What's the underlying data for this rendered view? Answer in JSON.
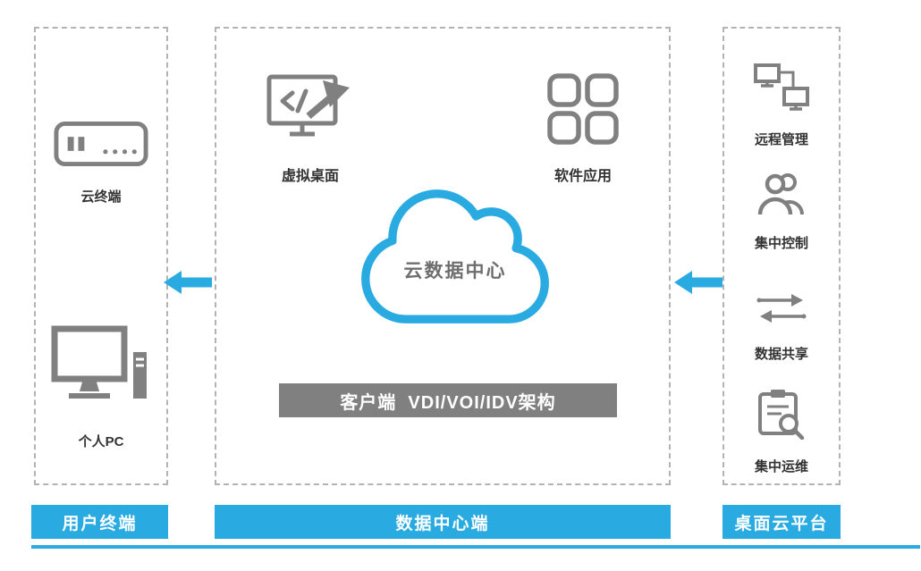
{
  "diagram": {
    "title": "desktop-cloud-architecture"
  },
  "colors": {
    "accent_blue": "#29ABE2",
    "icon_gray": "#808080",
    "banner_gray": "#808080",
    "border_dashed_gray": "#B3B3B3",
    "label_text": "#333333"
  },
  "left_panel": {
    "items": [
      {
        "icon": "thin-client-icon",
        "label": "云终端"
      },
      {
        "icon": "desktop-pc-icon",
        "label": "个人PC"
      }
    ],
    "footer": "用户终端"
  },
  "center_panel": {
    "items": [
      {
        "icon": "virtual-desktop-icon",
        "label": "虚拟桌面"
      },
      {
        "icon": "software-apps-icon",
        "label": "软件应用"
      }
    ],
    "cloud_label": "云数据中心",
    "banner": "客户端  VDI/VOI/IDV架构",
    "footer": "数据中心端"
  },
  "right_panel": {
    "items": [
      {
        "icon": "remote-management-icon",
        "label": "远程管理"
      },
      {
        "icon": "central-control-icon",
        "label": "集中控制"
      },
      {
        "icon": "data-sharing-icon",
        "label": "数据共享"
      },
      {
        "icon": "central-ops-icon",
        "label": "集中运维"
      }
    ],
    "footer": "桌面云平台"
  }
}
